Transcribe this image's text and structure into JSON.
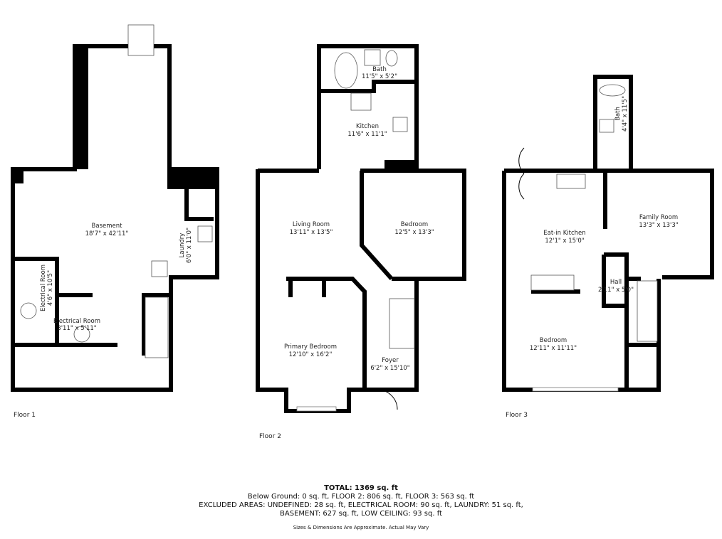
{
  "floors": [
    {
      "label": "Floor 1",
      "rooms": [
        {
          "name": "Basement",
          "dims": "18'7\" x 42'11\""
        },
        {
          "name": "Laundry",
          "dims": "6'0\" x 11'0\""
        },
        {
          "name": "Electrical Room",
          "dims": "4'6\" x 10'5\""
        },
        {
          "name": "Electrical Room",
          "dims": "3'11\" x 5'11\""
        }
      ]
    },
    {
      "label": "Floor 2",
      "rooms": [
        {
          "name": "Bath",
          "dims": "11'5\" x 5'2\""
        },
        {
          "name": "Kitchen",
          "dims": "11'6\" x 11'1\""
        },
        {
          "name": "Living Room",
          "dims": "13'11\" x 13'5\""
        },
        {
          "name": "Bedroom",
          "dims": "12'5\" x 13'3\""
        },
        {
          "name": "Primary Bedroom",
          "dims": "12'10\" x 16'2\""
        },
        {
          "name": "Foyer",
          "dims": "6'2\" x 15'10\""
        }
      ]
    },
    {
      "label": "Floor 3",
      "rooms": [
        {
          "name": "Bath",
          "dims": "4'4\" x 11'5\""
        },
        {
          "name": "Eat-in Kitchen",
          "dims": "12'1\" x 15'0\""
        },
        {
          "name": "Family Room",
          "dims": "13'3\" x 13'3\""
        },
        {
          "name": "Hall",
          "dims": "2'11\" x 5'0\""
        },
        {
          "name": "Bedroom",
          "dims": "12'11\" x 11'11\""
        }
      ]
    }
  ],
  "summary": {
    "total": "TOTAL: 1369 sq. ft",
    "line1": "Below Ground: 0 sq. ft, FLOOR 2: 806 sq. ft, FLOOR 3: 563 sq. ft",
    "line2": "EXCLUDED AREAS: UNDEFINED: 28 sq. ft, ELECTRICAL ROOM: 90 sq. ft, LAUNDRY: 51 sq. ft,",
    "line3": "BASEMENT: 627 sq. ft, LOW CEILING: 93 sq. ft",
    "disclaimer": "Sizes & Dimensions Are Approximate. Actual May Vary"
  }
}
